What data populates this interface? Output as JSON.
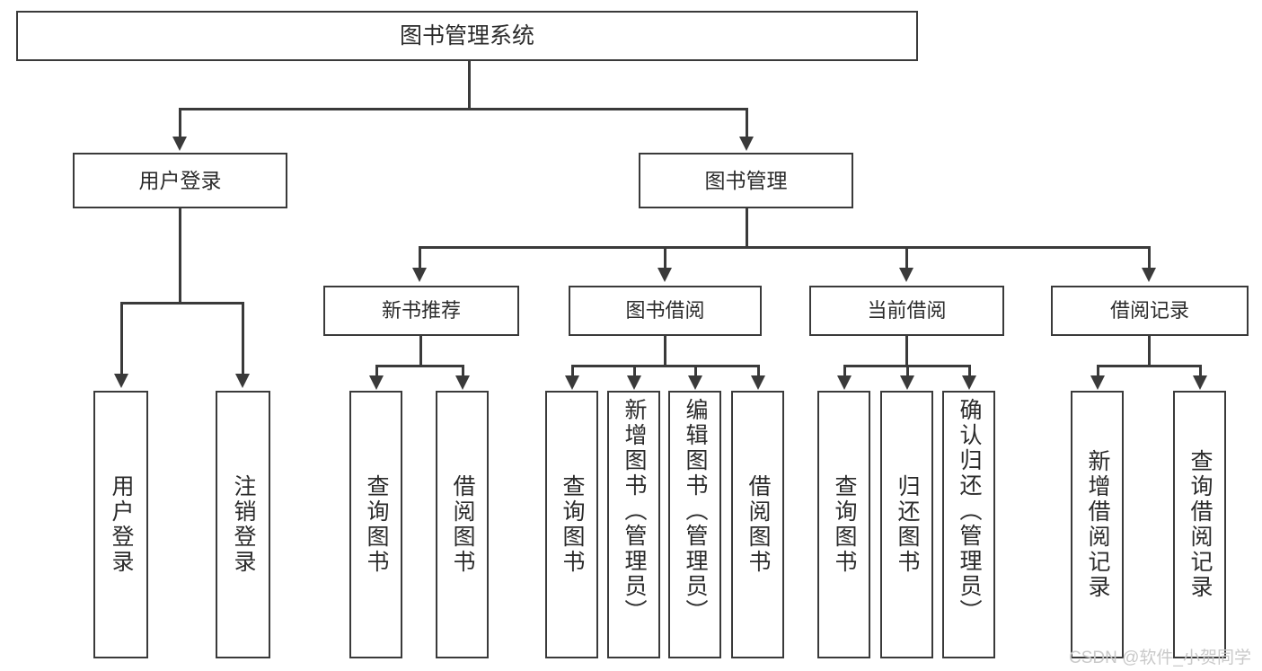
{
  "diagram": {
    "title": "图书管理系统",
    "type": "tree-hierarchy-diagram",
    "root": {
      "label": "图书管理系统"
    },
    "level1": [
      {
        "label": "用户登录"
      },
      {
        "label": "图书管理"
      }
    ],
    "level2": [
      {
        "label": "新书推荐"
      },
      {
        "label": "图书借阅"
      },
      {
        "label": "当前借阅"
      },
      {
        "label": "借阅记录"
      }
    ],
    "leaves": {
      "user_login": [
        {
          "label": "用户登录"
        },
        {
          "label": "注销登录"
        }
      ],
      "new_book_recommend": [
        {
          "label": "查询图书"
        },
        {
          "label": "借阅图书"
        }
      ],
      "book_borrow": [
        {
          "label": "查询图书"
        },
        {
          "label": "新增图书（管理员）"
        },
        {
          "label": "编辑图书（管理员）"
        },
        {
          "label": "借阅图书"
        }
      ],
      "current_borrow": [
        {
          "label": "查询图书"
        },
        {
          "label": "归还图书"
        },
        {
          "label": "确认归还（管理员）"
        }
      ],
      "borrow_record": [
        {
          "label": "新增借阅记录"
        },
        {
          "label": "查询借阅记录"
        }
      ]
    }
  },
  "watermark": {
    "text": "CSDN @软件_小贺同学",
    "color": "#c9c9c9"
  },
  "colors": {
    "stroke": "#3a3a3a",
    "text": "#2b2b2b",
    "background": "#ffffff"
  }
}
